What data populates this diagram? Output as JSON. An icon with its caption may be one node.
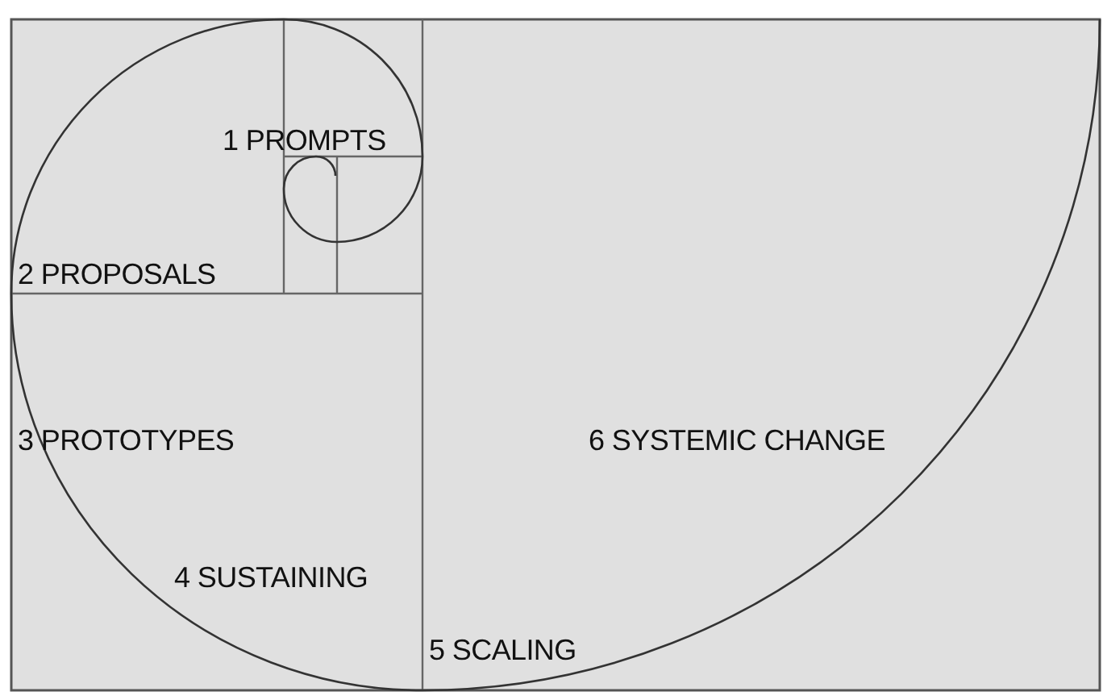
{
  "diagram": {
    "labels": [
      "1 PROMPTS",
      "2 PROPOSALS",
      "3 PROTOTYPES",
      "6 SYSTEMIC CHANGE",
      "4 SUSTAINING",
      "5 SCALING"
    ]
  }
}
